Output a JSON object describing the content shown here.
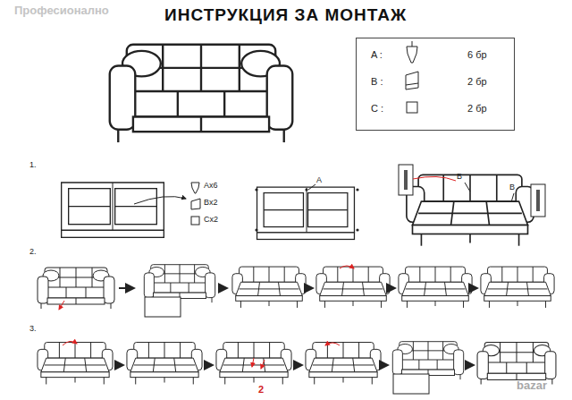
{
  "diagram": {
    "title": "ИНСТРУКЦИЯ ЗА МОНТАЖ",
    "nodes": [
      {
        "text": [
          "A :",
          "6 бр",
          "B :",
          "2 бр",
          "C :",
          "2 бр"
        ]
      }
    ],
    "labels": [
      "Професионално",
      "1.",
      "Ax6",
      "Bx2",
      "Cx2",
      "A",
      "B",
      "B",
      "2.",
      "3.",
      "2",
      "bazar"
    ]
  }
}
